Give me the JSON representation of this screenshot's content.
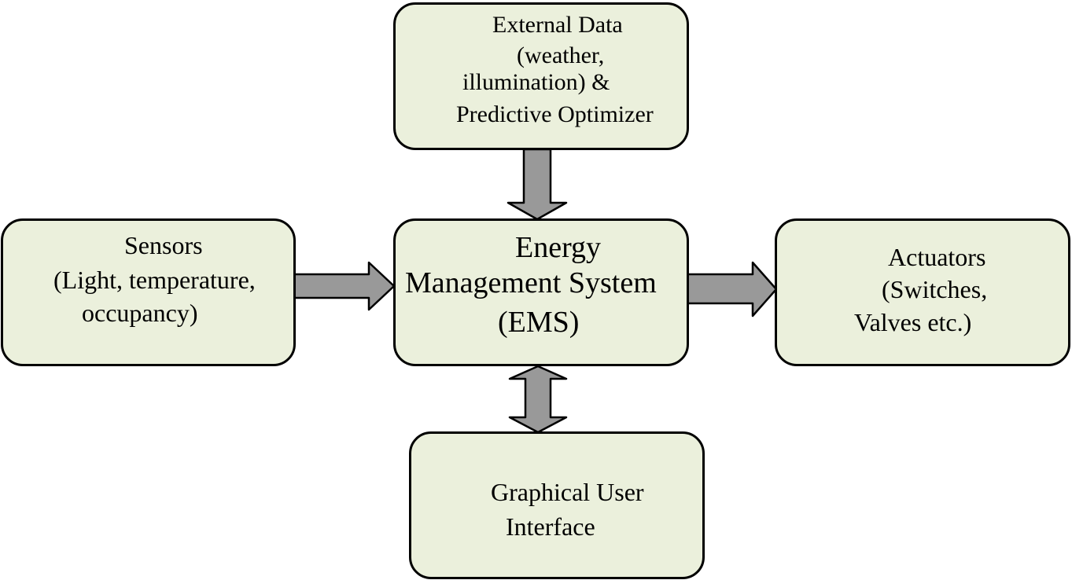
{
  "diagram": {
    "external": {
      "lines": [
        "External Data",
        "(weather,",
        "illumination) &",
        "Predictive Optimizer"
      ]
    },
    "sensors": {
      "lines": [
        "Sensors",
        "(Light, temperature,",
        "occupancy)"
      ]
    },
    "ems": {
      "lines": [
        "Energy",
        "Management System",
        "(EMS)"
      ]
    },
    "actuators": {
      "lines": [
        "Actuators",
        "(Switches,",
        "Valves etc.)"
      ]
    },
    "gui": {
      "lines": [
        "Graphical User",
        "Interface"
      ]
    },
    "colors": {
      "box_fill": "#ebf0dc",
      "box_border": "#000000",
      "arrow_fill": "#999999",
      "arrow_stroke": "#000000"
    },
    "connections": [
      {
        "from": "external",
        "to": "ems",
        "direction": "one-way"
      },
      {
        "from": "sensors",
        "to": "ems",
        "direction": "one-way"
      },
      {
        "from": "ems",
        "to": "actuators",
        "direction": "one-way"
      },
      {
        "from": "ems",
        "to": "gui",
        "direction": "two-way"
      }
    ]
  }
}
